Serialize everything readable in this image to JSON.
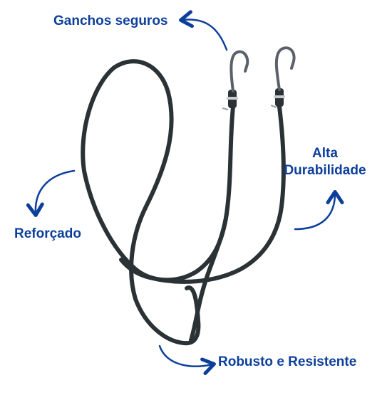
{
  "image": {
    "subject": "bungee-cord-with-hooks",
    "background_color": "#ffffff",
    "cord_color": "#2b3236",
    "hook_color": "#5a6168",
    "accent_color": "#0d3f9a"
  },
  "labels": {
    "hooks": "Ganchos seguros",
    "durability_line1": "Alta",
    "durability_line2": "Durabilidade",
    "reinforced": "Reforçado",
    "robust": "Robusto e Resistente"
  }
}
